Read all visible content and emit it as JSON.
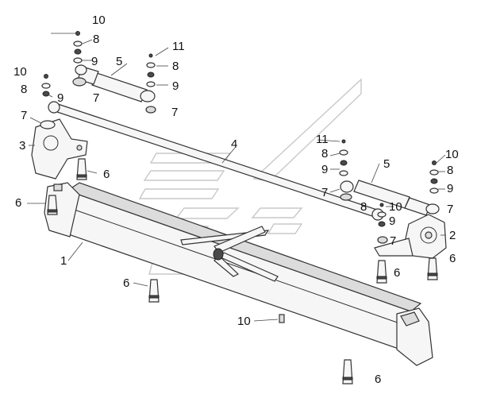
{
  "callouts": [
    {
      "id": "c1",
      "text": "10"
    },
    {
      "id": "c2",
      "text": "8"
    },
    {
      "id": "c3",
      "text": "9"
    },
    {
      "id": "c4",
      "text": "5"
    },
    {
      "id": "c5",
      "text": "11"
    },
    {
      "id": "c6",
      "text": "8"
    },
    {
      "id": "c7",
      "text": "9"
    },
    {
      "id": "c8",
      "text": "7"
    },
    {
      "id": "c9",
      "text": "7"
    },
    {
      "id": "c10",
      "text": "10"
    },
    {
      "id": "c11",
      "text": "8"
    },
    {
      "id": "c12",
      "text": "9"
    },
    {
      "id": "c13",
      "text": "7"
    },
    {
      "id": "c14",
      "text": "3"
    },
    {
      "id": "c15",
      "text": "6"
    },
    {
      "id": "c16",
      "text": "4"
    },
    {
      "id": "c17",
      "text": "11"
    },
    {
      "id": "c18",
      "text": "8"
    },
    {
      "id": "c19",
      "text": "9"
    },
    {
      "id": "c20",
      "text": "5"
    },
    {
      "id": "c21",
      "text": "10"
    },
    {
      "id": "c22",
      "text": "8"
    },
    {
      "id": "c23",
      "text": "9"
    },
    {
      "id": "c24",
      "text": "7"
    },
    {
      "id": "c25",
      "text": "6"
    },
    {
      "id": "c26",
      "text": "8"
    },
    {
      "id": "c27",
      "text": "10"
    },
    {
      "id": "c28",
      "text": "9"
    },
    {
      "id": "c29",
      "text": "7"
    },
    {
      "id": "c30",
      "text": "7"
    },
    {
      "id": "c31",
      "text": "2"
    },
    {
      "id": "c32",
      "text": "1"
    },
    {
      "id": "c33",
      "text": "6"
    },
    {
      "id": "c34",
      "text": "6"
    },
    {
      "id": "c35",
      "text": "6"
    },
    {
      "id": "c36",
      "text": "10"
    },
    {
      "id": "c37",
      "text": "6"
    }
  ]
}
